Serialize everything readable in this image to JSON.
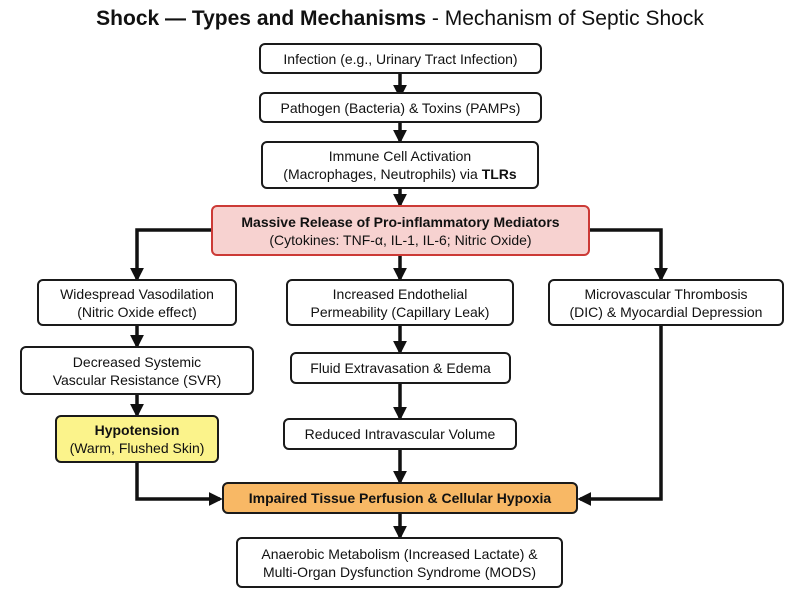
{
  "title": {
    "bold": "Shock — Types and Mechanisms",
    "sep": " - ",
    "rest": "Mechanism of Septic Shock"
  },
  "nodes": {
    "infection": {
      "l1": "Infection (e.g., Urinary Tract Infection)"
    },
    "pathogen": {
      "l1": "Pathogen (Bacteria) & Toxins (PAMPs)"
    },
    "immune": {
      "l1": "Immune Cell Activation",
      "l2": "(Macrophages, Neutrophils) via ",
      "l2_bold": "TLRs"
    },
    "mediators": {
      "l1": "Massive Release of Pro-inflammatory Mediators",
      "l2": "(Cytokines: TNF-α, IL-1, IL-6; Nitric Oxide)"
    },
    "vasodilation": {
      "l1": "Widespread Vasodilation",
      "l2": "(Nitric Oxide effect)"
    },
    "permeability": {
      "l1": "Increased Endothelial",
      "l2": "Permeability (Capillary Leak)"
    },
    "thrombosis": {
      "l1": "Microvascular Thrombosis",
      "l2": "(DIC) & Myocardial Depression"
    },
    "svr": {
      "l1": "Decreased Systemic",
      "l2": "Vascular Resistance (SVR)"
    },
    "edema": {
      "l1": "Fluid Extravasation & Edema"
    },
    "hypotension": {
      "l1": "Hypotension",
      "l2": "(Warm, Flushed Skin)"
    },
    "volume": {
      "l1": "Reduced Intravascular Volume"
    },
    "perfusion": {
      "l1": "Impaired Tissue Perfusion & Cellular Hypoxia"
    },
    "mods": {
      "l1": "Anaerobic Metabolism (Increased Lactate) &",
      "l2": "Multi-Organ Dysfunction Syndrome (MODS)"
    }
  },
  "colors": {
    "mediators_fill": "#f7d2d0",
    "mediators_border": "#cc3a36",
    "hypotension_fill": "#fbf38b",
    "perfusion_fill": "#f8b865",
    "arrow": "#111111"
  }
}
